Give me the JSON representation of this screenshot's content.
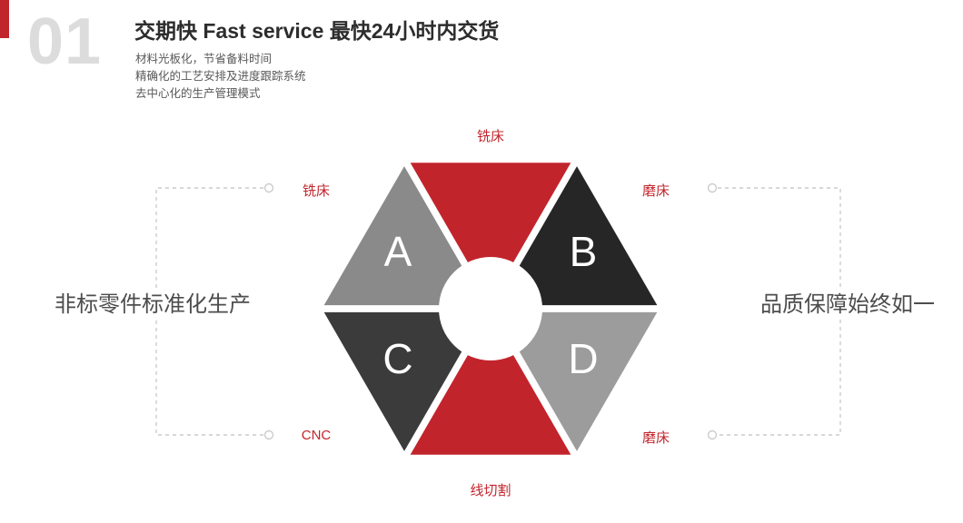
{
  "accent_color": "#c2242c",
  "header": {
    "index": "01",
    "title": "交期快  Fast service 最快24小时内交货",
    "subtitles": [
      "材料光板化，节省备料时间",
      "精确化的工艺安排及进度跟踪系统",
      "去中心化的生产管理模式"
    ]
  },
  "diagram": {
    "center_labels": {
      "top": "铣床",
      "upper_left": "铣床",
      "upper_right": "磨床",
      "lower_left": "CNC",
      "lower_right": "磨床",
      "bottom": "线切割"
    },
    "side_left": "非标零件标准化生产",
    "side_right": "品质保障始终如一",
    "segments": [
      {
        "id": "top",
        "letter": "",
        "color": "#c2242c"
      },
      {
        "id": "upper-right",
        "letter": "B",
        "color": "#262626"
      },
      {
        "id": "lower-right",
        "letter": "D",
        "color": "#9c9c9c"
      },
      {
        "id": "bottom",
        "letter": "",
        "color": "#c2242c"
      },
      {
        "id": "lower-left",
        "letter": "C",
        "color": "#3b3b3b"
      },
      {
        "id": "upper-left",
        "letter": "A",
        "color": "#8a8a8a"
      }
    ]
  }
}
